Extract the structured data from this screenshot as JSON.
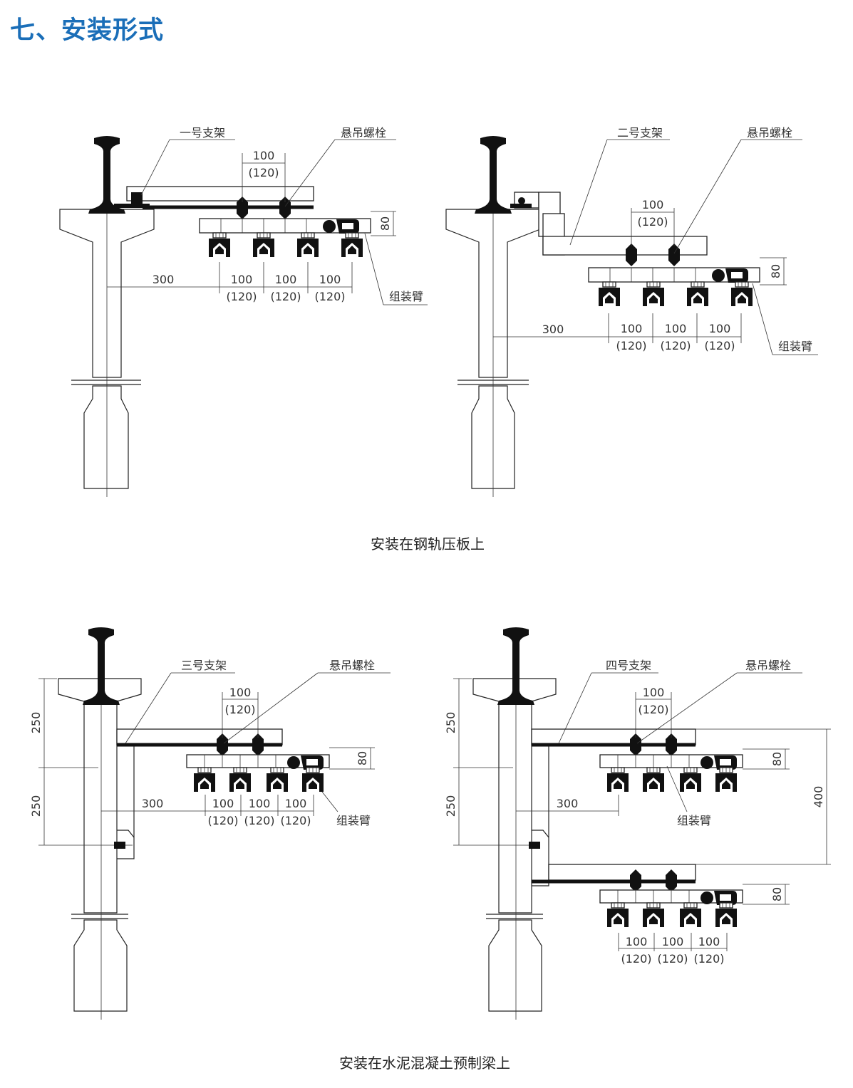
{
  "page": {
    "title": "七、安装形式",
    "captions": {
      "top": "安装在钢轨压板上",
      "bottom": "安装在水泥混凝土预制梁上"
    }
  },
  "diagrams": {
    "d1": {
      "bracket": "一号支架",
      "bolt": "悬吊螺栓",
      "arm": "组装臂",
      "bolt_spacing": "100",
      "bolt_spacing_alt": "(120)",
      "height": "80",
      "offset": "300",
      "spacing": [
        "100",
        "100",
        "100"
      ],
      "spacing_alt": [
        "(120)",
        "(120)",
        "(120)"
      ]
    },
    "d2": {
      "bracket": "二号支架",
      "bolt": "悬吊螺栓",
      "arm": "组装臂",
      "bolt_spacing": "100",
      "bolt_spacing_alt": "(120)",
      "height": "80",
      "offset": "300",
      "spacing": [
        "100",
        "100",
        "100"
      ],
      "spacing_alt": [
        "(120)",
        "(120)",
        "(120)"
      ]
    },
    "d3": {
      "bracket": "三号支架",
      "bolt": "悬吊螺栓",
      "arm": "组装臂",
      "bolt_spacing": "100",
      "bolt_spacing_alt": "(120)",
      "height": "80",
      "offset": "300",
      "vdim_upper": "250",
      "vdim_lower": "250",
      "spacing": [
        "100",
        "100",
        "100"
      ],
      "spacing_alt": [
        "(120)",
        "(120)",
        "(120)"
      ]
    },
    "d4": {
      "bracket": "四号支架",
      "bolt": "悬吊螺栓",
      "arm": "组装臂",
      "bolt_spacing": "100",
      "bolt_spacing_alt": "(120)",
      "height_upper": "80",
      "height_lower": "80",
      "offset": "300",
      "vdim_upper": "250",
      "vdim_lower": "250",
      "vdim_total": "400",
      "spacing": [
        "100",
        "100",
        "100"
      ],
      "spacing_alt": [
        "(120)",
        "(120)",
        "(120)"
      ]
    }
  }
}
